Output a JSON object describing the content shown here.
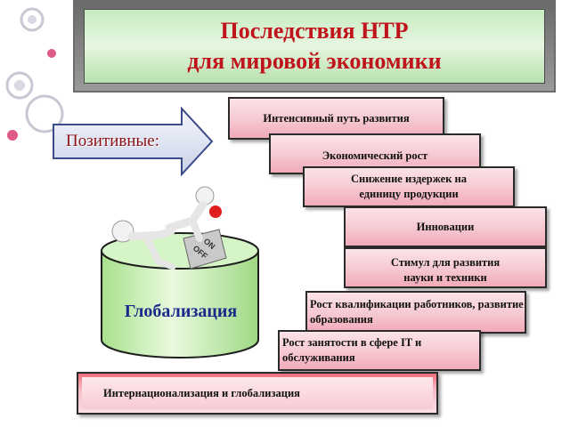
{
  "title": {
    "line1": "Последствия НТР",
    "line2": "для мировой экономики"
  },
  "positive_label": "Позитивные:",
  "cylinder_label": "Глобализация",
  "switch": {
    "on": "ON",
    "off": "OFF"
  },
  "consequences": [
    "Интенсивный путь развития",
    "Экономический рост",
    "Снижение издержек на единицу  продукции",
    "Инновации",
    "Стимул для развития науки и техники",
    "Рост квалификации работников, развитие образования",
    "Рост занятости в сфере IT и обслуживания"
  ],
  "bottom_box": "Интернационализация и глобализация",
  "colors": {
    "title_text": "#c0141c",
    "title_bg": "#c7ebc0",
    "box_bg": "#f6c8d1",
    "cylinder": "#c8f0b4",
    "cylinder_label": "#1b2a8a",
    "arrow": "#dfe4f2"
  }
}
